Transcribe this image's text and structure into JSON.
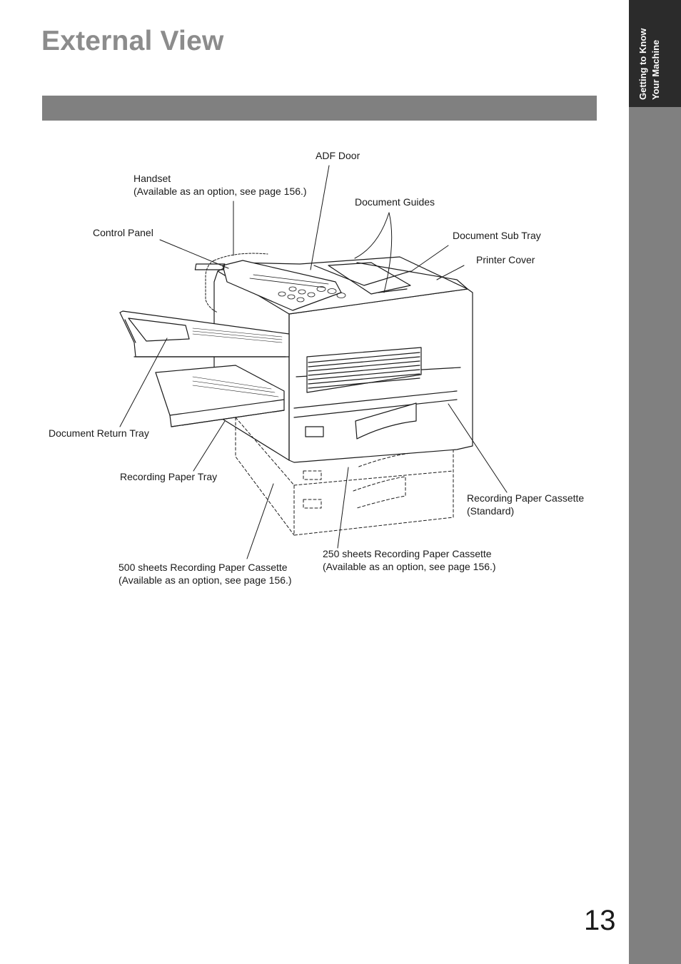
{
  "page": {
    "title": "External View",
    "side_tab": {
      "line1": "Getting to Know",
      "line2": "Your Machine"
    },
    "page_number": "13"
  },
  "labels": {
    "adf_door": "ADF Door",
    "handset": "Handset",
    "handset_note": "(Available as an option, see page 156.)",
    "document_guides": "Document Guides",
    "control_panel": "Control Panel",
    "document_sub_tray": "Document Sub Tray",
    "printer_cover": "Printer Cover",
    "document_return_tray": "Document Return Tray",
    "recording_paper_tray": "Recording Paper Tray",
    "recording_paper_cassette": "Recording Paper Cassette",
    "recording_paper_cassette_note": "(Standard)",
    "cassette_250": "250 sheets Recording Paper Cassette",
    "cassette_250_note": "(Available as an option, see page 156.)",
    "cassette_500": "500 sheets Recording Paper Cassette",
    "cassette_500_note": "(Available as an option, see page 156.)"
  }
}
